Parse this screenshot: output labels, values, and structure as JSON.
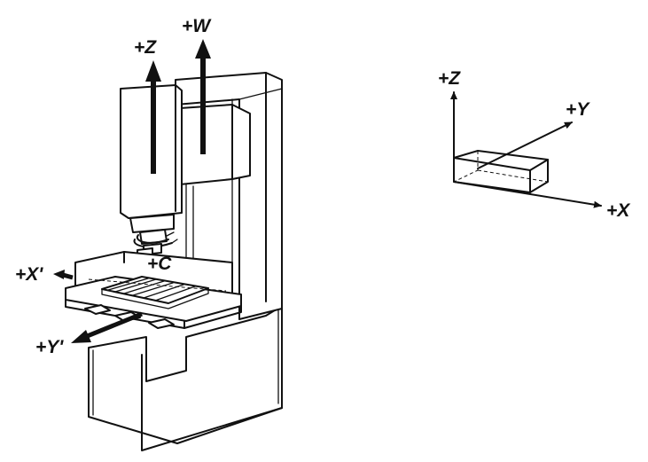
{
  "machine_axes": {
    "z": "+Z",
    "w": "+W",
    "c": "+C",
    "x_prime": "+X'",
    "y_prime": "+Y'"
  },
  "workpiece_axes": {
    "z": "+Z",
    "y": "+Y",
    "x": "+X"
  },
  "colors": {
    "line": "#111111",
    "background": "#ffffff"
  }
}
